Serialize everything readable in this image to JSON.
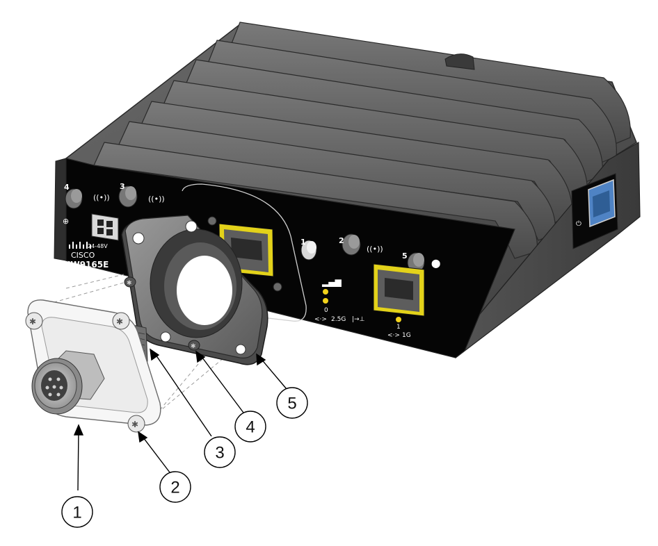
{
  "device": {
    "brand": "CISCO",
    "model": "IW9165E",
    "power_label": "24-48V",
    "antenna_ports": [
      "4",
      "3",
      "1",
      "2",
      "5"
    ],
    "led_label_left": "0",
    "speed_left": "2.5G",
    "port_right_num": "1",
    "speed_right": "1G"
  },
  "callouts": [
    "1",
    "2",
    "3",
    "4",
    "5"
  ],
  "colors": {
    "body": "#4a4a4a",
    "panel": "#050505",
    "port_highlight": "#e3d21a",
    "led": "#f2d31b",
    "connector": "#e6e6e6"
  }
}
